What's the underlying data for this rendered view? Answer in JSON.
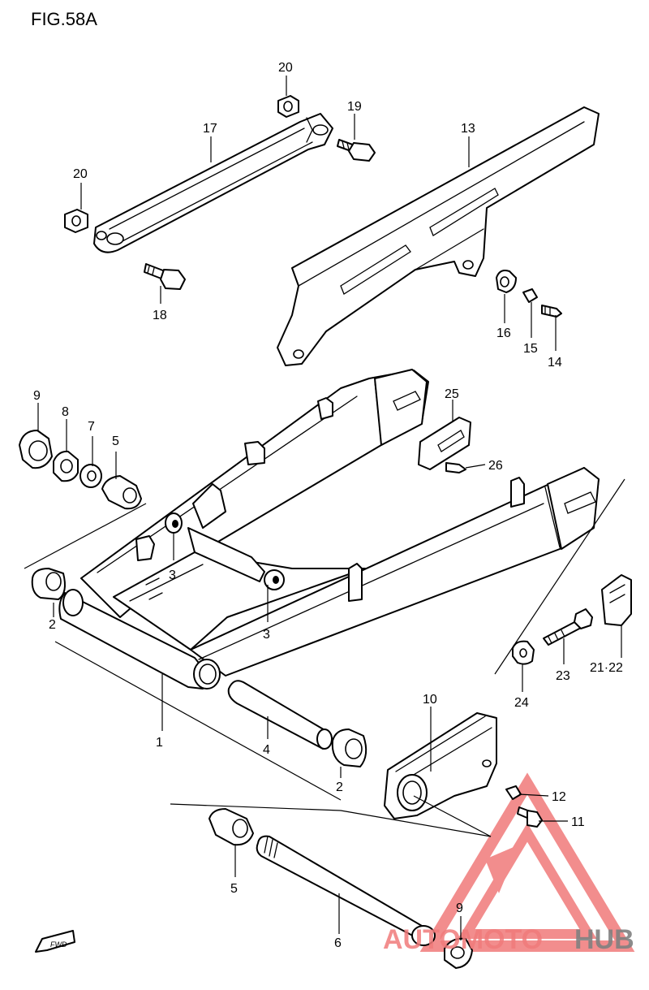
{
  "figure": {
    "title": "FIG.58A"
  },
  "direction_tag": {
    "label": "FWD"
  },
  "callouts": [
    {
      "id": "c1",
      "text": "1"
    },
    {
      "id": "c2a",
      "text": "2"
    },
    {
      "id": "c2b",
      "text": "2"
    },
    {
      "id": "c3a",
      "text": "3"
    },
    {
      "id": "c3b",
      "text": "3"
    },
    {
      "id": "c4",
      "text": "4"
    },
    {
      "id": "c5a",
      "text": "5"
    },
    {
      "id": "c5b",
      "text": "5"
    },
    {
      "id": "c6",
      "text": "6"
    },
    {
      "id": "c7",
      "text": "7"
    },
    {
      "id": "c8",
      "text": "8"
    },
    {
      "id": "c9a",
      "text": "9"
    },
    {
      "id": "c9b",
      "text": "9"
    },
    {
      "id": "c10",
      "text": "10"
    },
    {
      "id": "c11",
      "text": "11"
    },
    {
      "id": "c12",
      "text": "12"
    },
    {
      "id": "c13",
      "text": "13"
    },
    {
      "id": "c14",
      "text": "14"
    },
    {
      "id": "c15",
      "text": "15"
    },
    {
      "id": "c16",
      "text": "16"
    },
    {
      "id": "c17",
      "text": "17"
    },
    {
      "id": "c18",
      "text": "18"
    },
    {
      "id": "c19",
      "text": "19"
    },
    {
      "id": "c20a",
      "text": "20"
    },
    {
      "id": "c20b",
      "text": "20"
    },
    {
      "id": "c21",
      "text": "21·22"
    },
    {
      "id": "c23",
      "text": "23"
    },
    {
      "id": "c24",
      "text": "24"
    },
    {
      "id": "c25",
      "text": "25"
    },
    {
      "id": "c26",
      "text": "26"
    }
  ],
  "watermark": {
    "part_a": "AUTOMOTO",
    "part_b": "HUB",
    "color_a": "#f07a7a",
    "color_b": "#808080"
  }
}
